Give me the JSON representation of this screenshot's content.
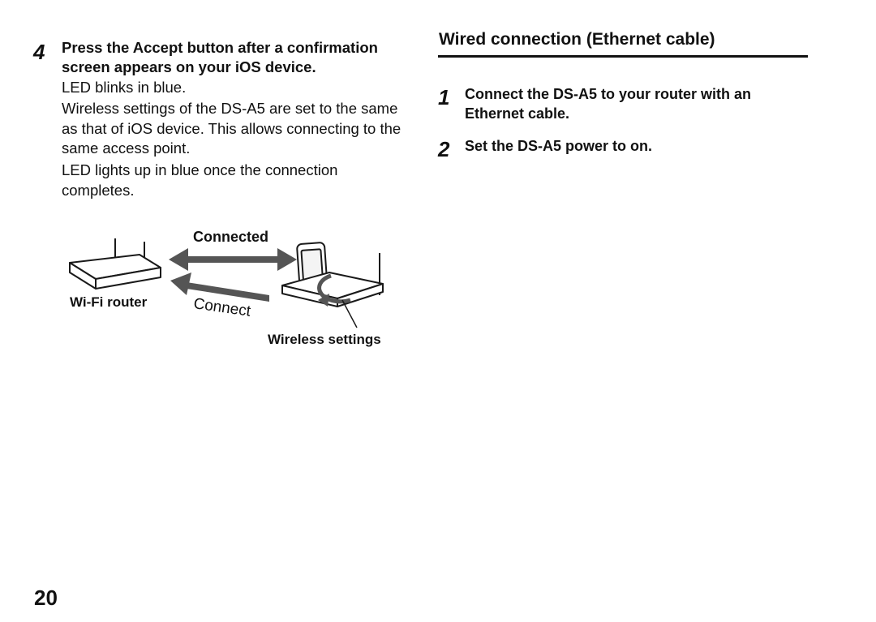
{
  "left": {
    "step4": {
      "number": "4",
      "title": "Press the Accept button after a confirmation screen appears on your iOS device.",
      "paragraphs": [
        "LED blinks in blue.",
        "Wireless settings of the DS-A5 are set to the same as that of iOS device. This allows connecting to the same access point.",
        "LED lights up in blue once the connection completes."
      ]
    },
    "illustration": {
      "connected_label": "Connected",
      "router_label": "Wi-Fi router",
      "connect_label": "Connect",
      "wireless_label": "Wireless settings",
      "icons": [
        "wifi-router-icon",
        "double-arrow-icon",
        "arrow-left-icon",
        "ipod-icon",
        "dock-icon",
        "circular-arrow-icon"
      ]
    }
  },
  "right": {
    "section_title": "Wired connection (Ethernet cable)",
    "steps": [
      {
        "number": "1",
        "text": "Connect the DS-A5 to your router with an Ethernet cable."
      },
      {
        "number": "2",
        "text": "Set the DS-A5 power to on."
      }
    ]
  },
  "footer": {
    "page_number": "20"
  },
  "colors": {
    "text": "#111111",
    "arrow": "#555555",
    "outline": "#1a1a1a"
  }
}
